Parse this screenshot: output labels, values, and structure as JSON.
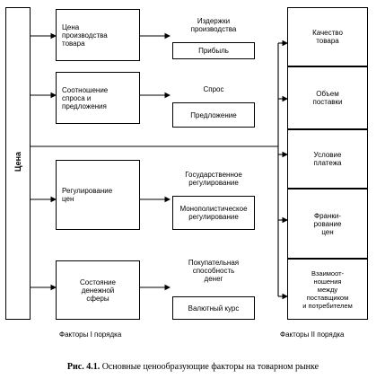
{
  "price": "Цена",
  "factors_first": [
    {
      "label": "Цена\nпроизводства\nтовара",
      "subs": [
        "Издержки\nпроизводства",
        "Прибыль"
      ]
    },
    {
      "label": "Соотношение\nспроса и\nпредложения",
      "subs": [
        "Спрос",
        "Предложение"
      ]
    },
    {
      "label": "Регулирование\nцен",
      "subs": [
        "Государственное\nрегулирование",
        "Монополистическое\nрегулирование"
      ]
    },
    {
      "label": "Состояние\nденежной\nсферы",
      "subs": [
        "Покупательная\nспособность\nденег",
        "Валютный курс"
      ]
    }
  ],
  "factors_second": [
    "Качество\nтовара",
    "Объем\nпоставки",
    "Условие\nплатежа",
    "Франки-\nрование\nцен",
    "Взаимоот-\nношения\nмежду\nпоставщиком\nи потребителем"
  ],
  "label_first_order": "Факторы I порядка",
  "label_second_order": "Факторы II порядка",
  "caption_bold": "Рис. 4.1.",
  "caption_text": " Основные ценообразующие факторы на товарном рынке"
}
